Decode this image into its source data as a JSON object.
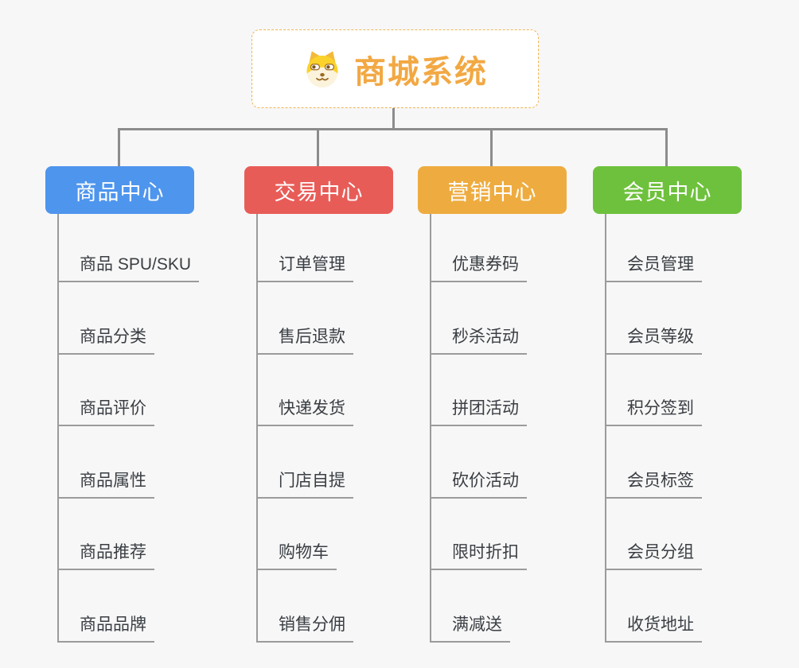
{
  "root": {
    "title": "商城系统",
    "icon": "doge-icon"
  },
  "branches": [
    {
      "id": "product-center",
      "label": "商品中心",
      "color": "#4E95ED",
      "items": [
        "商品 SPU/SKU",
        "商品分类",
        "商品评价",
        "商品属性",
        "商品推荐",
        "商品品牌"
      ]
    },
    {
      "id": "trade-center",
      "label": "交易中心",
      "color": "#E85C58",
      "items": [
        "订单管理",
        "售后退款",
        "快递发货",
        "门店自提",
        "购物车",
        "销售分佣"
      ]
    },
    {
      "id": "marketing-center",
      "label": "营销中心",
      "color": "#EEAC40",
      "items": [
        "优惠券码",
        "秒杀活动",
        "拼团活动",
        "砍价活动",
        "限时折扣",
        "满减送"
      ]
    },
    {
      "id": "member-center",
      "label": "会员中心",
      "color": "#6EC13C",
      "items": [
        "会员管理",
        "会员等级",
        "积分签到",
        "会员标签",
        "会员分组",
        "收货地址"
      ]
    }
  ],
  "colors": {
    "background": "#F7F7F7",
    "connector_gray": "#8C8C8C",
    "underline_gray": "#9B9B9B",
    "root_border": "#F0B552",
    "root_text": "#F2A843",
    "item_text": "#3A3E43"
  }
}
